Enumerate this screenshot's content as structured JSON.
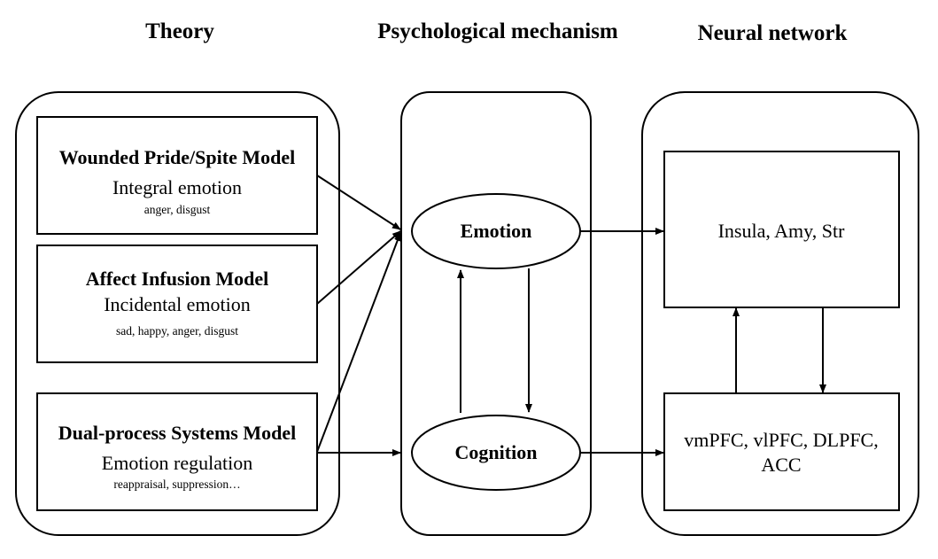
{
  "headers": {
    "theory": "Theory",
    "mechanism": "Psychological mechanism",
    "network": "Neural network"
  },
  "theory": {
    "wounded": {
      "title": "Wounded Pride/Spite Model",
      "subtitle": "Integral emotion",
      "examples": "anger, disgust"
    },
    "affect": {
      "title": "Affect Infusion Model",
      "subtitle": "Incidental emotion",
      "examples": "sad, happy, anger, disgust"
    },
    "dual": {
      "title": "Dual-process Systems Model",
      "subtitle": "Emotion regulation",
      "examples": "reappraisal, suppression…"
    }
  },
  "mechanism": {
    "emotion": "Emotion",
    "cognition": "Cognition"
  },
  "network": {
    "emotion_regions": "Insula, Amy, Str",
    "cognition_regions_line1": "vmPFC, vlPFC, DLPFC,",
    "cognition_regions_line2": "ACC"
  }
}
